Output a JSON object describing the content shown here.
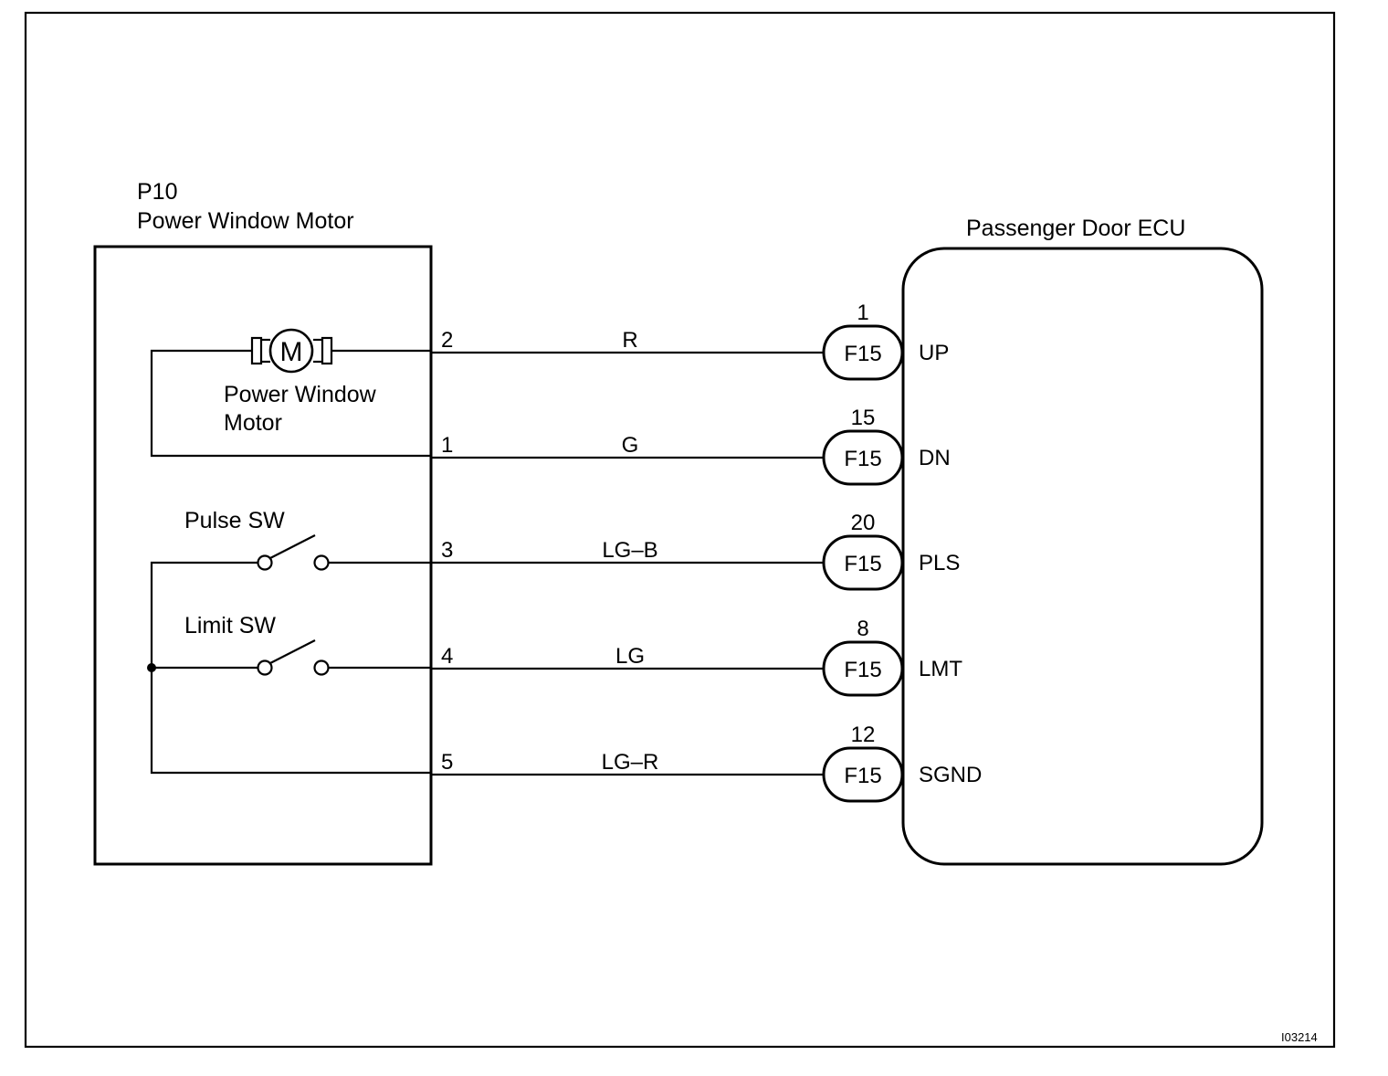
{
  "frame_id": "I03214",
  "motor_unit": {
    "code": "P10",
    "title": "Power Window Motor",
    "motor_symbol": "M",
    "motor_label_line1": "Power Window",
    "motor_label_line2": "Motor",
    "pulse_switch": "Pulse SW",
    "limit_switch": "Limit SW"
  },
  "ecu": {
    "title": "Passenger Door ECU"
  },
  "wires": [
    {
      "motor_pin": "2",
      "color": "R",
      "connector": "F15",
      "ecu_pin": "1",
      "signal": "UP"
    },
    {
      "motor_pin": "1",
      "color": "G",
      "connector": "F15",
      "ecu_pin": "15",
      "signal": "DN"
    },
    {
      "motor_pin": "3",
      "color": "LG–B",
      "connector": "F15",
      "ecu_pin": "20",
      "signal": "PLS"
    },
    {
      "motor_pin": "4",
      "color": "LG",
      "connector": "F15",
      "ecu_pin": "8",
      "signal": "LMT"
    },
    {
      "motor_pin": "5",
      "color": "LG–R",
      "connector": "F15",
      "ecu_pin": "12",
      "signal": "SGND"
    }
  ]
}
